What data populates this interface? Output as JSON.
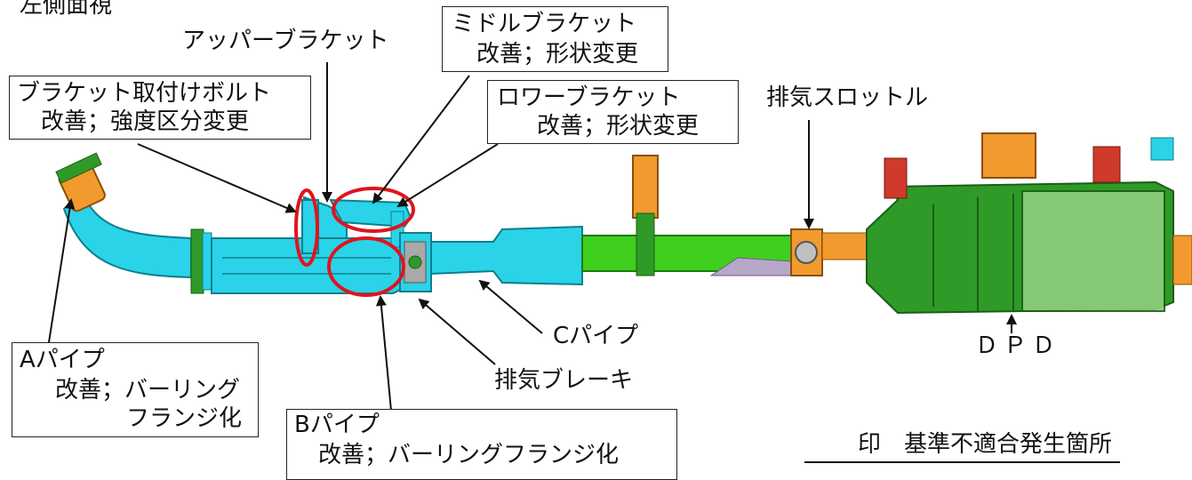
{
  "view_title": "左側面視",
  "labels": {
    "upper_bracket": "アッパーブラケット",
    "exhaust_throttle": "排気スロットル",
    "c_pipe": "Cパイプ",
    "exhaust_brake": "排気ブレーキ",
    "dpd": "ＤＰＤ"
  },
  "boxes": {
    "middle_bracket": {
      "line1": "ミドルブラケット",
      "line2": "改善；形状変更"
    },
    "bracket_bolt": {
      "line1": "ブラケット取付けボルト",
      "line2": "改善；強度区分変更"
    },
    "lower_bracket": {
      "line1": "ロワーブラケット",
      "line2": "改善；形状変更"
    },
    "a_pipe": {
      "line1": "Aパイプ",
      "line2": "改善；バーリング",
      "line3": "フランジ化"
    },
    "b_pipe": {
      "line1": "Bパイプ",
      "line2": "改善；バーリングフランジ化"
    }
  },
  "legend": {
    "text": "印　基準不適合発生箇所",
    "marker_color": "#e0141e"
  },
  "colors": {
    "pipe_cyan": "#2ad3e8",
    "pipe_green": "#3fcf1e",
    "dpd_green": "#2f9a28",
    "flange_orange": "#f29a2e",
    "highlight_red": "#e0141e"
  }
}
